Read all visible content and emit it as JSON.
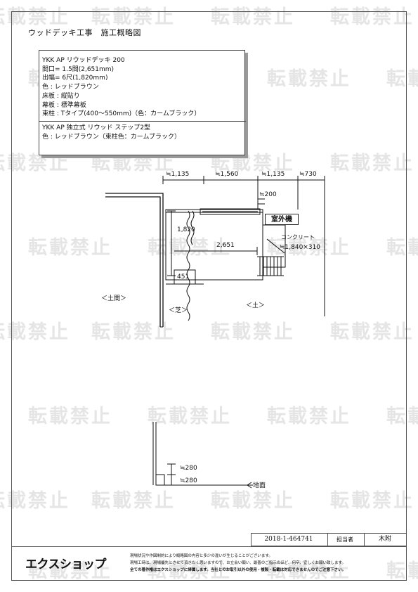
{
  "document": {
    "title": "ウッドデッキ工事　施工概略図"
  },
  "spec": {
    "lines": [
      "YKK AP リウッドデッキ 200",
      "間口= 1.5間(2,651mm)",
      "出幅= 6尺(1,820mm)",
      "色 :  レッドブラウン",
      "床板 :  縦貼り",
      "幕板 :  標準幕板",
      "束柱 :  Tタイプ(400～550mm)（色：カームブラック）"
    ],
    "step_lines": [
      "YKK AP 独立式 リウッド ステップ2型",
      "色 :  レッドブラウン（束柱色：カームブラック）"
    ]
  },
  "dimensions": {
    "top": [
      "≒1,135",
      "≒1,560",
      "≒1,135",
      "≒730"
    ],
    "gap_200": "≒200",
    "depth_1820": "1,820",
    "width_2651": "2,651",
    "step_451": "451",
    "height_280_a": "≒280",
    "height_280_b": "≒280"
  },
  "labels": {
    "ac_unit": "室外機",
    "concrete": "コンクリート",
    "concrete_size": "≒1,840×310",
    "doma": "＜土間＞",
    "shiba": "＜芝＞",
    "tsuchi": "＜土＞",
    "ground": "地面"
  },
  "footer": {
    "order_no": "2018-1-464741",
    "person_label": "担当者",
    "person_name": "木附",
    "brand": "エクスショップ",
    "notes": [
      "現場状況や作図制約により概略図の内容と多少の違いが生じることがございます。",
      "現場工時は、現場優先とさせて頂きたく思いますので、お立会い願い、最善のご指示のほど、何卒、宜しくお願い致します。",
      "全ての著作権はエクスショップに帰属します。当社とのお取引以外の使用・複製・転載は対応できませんのでご注意下さい。"
    ]
  },
  "watermark": {
    "text": "転載禁止"
  }
}
